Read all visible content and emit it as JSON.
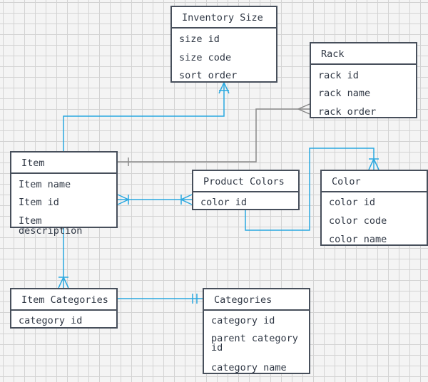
{
  "entities": {
    "inventory_size": {
      "title": "Inventory Size",
      "attributes": [
        "size id",
        "size code",
        "sort order"
      ]
    },
    "rack": {
      "title": "Rack",
      "attributes": [
        "rack id",
        "rack name",
        "rack order"
      ]
    },
    "item": {
      "title": "Item",
      "attributes": [
        "Item name",
        "Item id",
        "Item description"
      ]
    },
    "product_colors": {
      "title": "Product Colors",
      "attributes": [
        "color id"
      ]
    },
    "color": {
      "title": "Color",
      "attributes": [
        "color id",
        "color code",
        "color name"
      ]
    },
    "item_categories": {
      "title": "Item Categories",
      "attributes": [
        "category id"
      ]
    },
    "categories": {
      "title": "Categories",
      "attributes": [
        "category id",
        "parent category id",
        "category name"
      ]
    }
  },
  "relationships": [
    {
      "from": "Item",
      "to": "Inventory Size",
      "to_end": "one-or-many"
    },
    {
      "from": "Item",
      "to": "Rack",
      "from_end": "one",
      "to_end": "many"
    },
    {
      "from": "Item",
      "to": "Product Colors",
      "from_end": "one-or-many",
      "to_end": "one-or-many"
    },
    {
      "from": "Product Colors",
      "to": "Color",
      "to_end": "one-or-many"
    },
    {
      "from": "Item",
      "to": "Item Categories",
      "to_end": "one-or-many"
    },
    {
      "from": "Item Categories",
      "to": "Categories",
      "to_end": "one-and-only-one"
    }
  ],
  "colors": {
    "connector_blue": "#29a8e0",
    "connector_gray": "#8a8a8a",
    "border": "#474f5b",
    "text": "#2f3744"
  }
}
